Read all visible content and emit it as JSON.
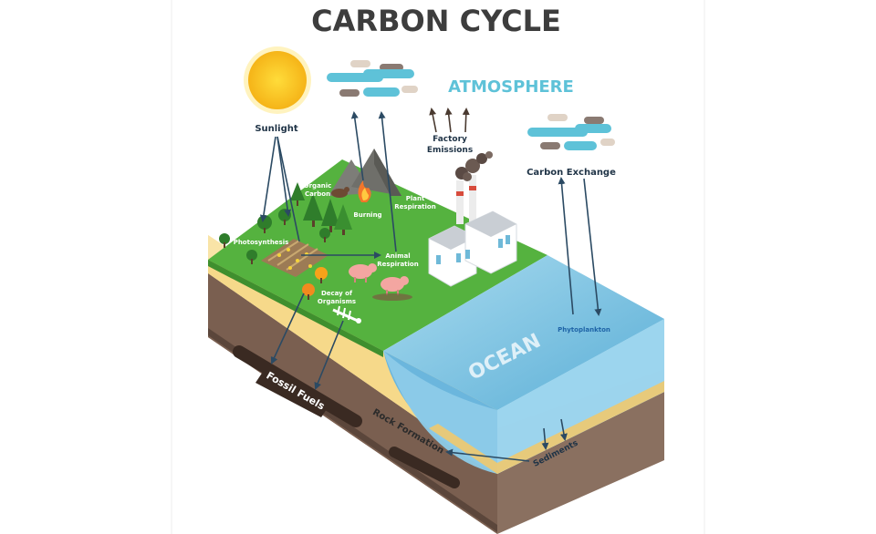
{
  "title": "CARBON CYCLE",
  "labels": {
    "atmosphere": "ATMOSPHERE",
    "sunlight": "Sunlight",
    "factory_emissions_1": "Factory",
    "factory_emissions_2": "Emissions",
    "carbon_exchange": "Carbon Exchange",
    "organic_carbon_1": "Organic",
    "organic_carbon_2": "Carbon",
    "burning": "Burning",
    "plant_respiration_1": "Plant",
    "plant_respiration_2": "Respiration",
    "photosynthesis": "Photosynthesis",
    "animal_respiration_1": "Animal",
    "animal_respiration_2": "Respiration",
    "decay_1": "Decay of",
    "decay_2": "Organisms",
    "phytoplankton": "Phytoplankton",
    "ocean": "OCEAN",
    "fossil_fuels": "Fossil Fuels",
    "rock_formation": "Rock Formation",
    "sediments": "Sediments"
  },
  "colors": {
    "title": "#3d3d3d",
    "atmosphere": "#5ec2d8",
    "label_dark": "#1f3346",
    "phytoplankton": "#1e63a6",
    "grass": "#55b23f",
    "grass_side": "#3f8f2e",
    "sand": "#f6d98a",
    "soil": "#8a7060",
    "ocean": "#7fc5e5",
    "arrow": "#2b4a63"
  }
}
